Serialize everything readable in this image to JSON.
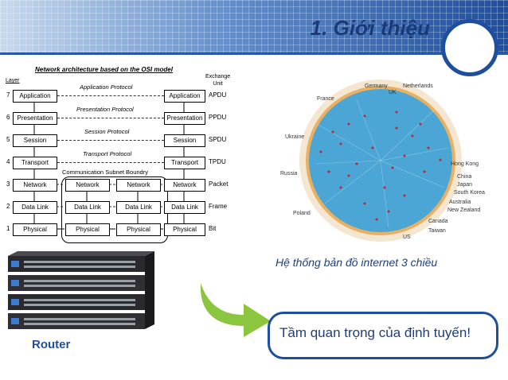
{
  "slide": {
    "title": "1. Giới thiệu",
    "map_caption": "Hệ thống bản đồ internet 3 chiều",
    "router_label": "Router",
    "callout_text": "Tầm quan trọng của định tuyến!"
  },
  "osi": {
    "title": "Network architecture based on the OSI model",
    "layer_header": "Layer",
    "exchange_header_1": "Exchange",
    "exchange_header_2": "Unit",
    "subnet_label": "Communication Subnet Boundry",
    "layers": [
      {
        "num": "7",
        "name": "Application",
        "protocol": "Application Protocol",
        "unit": "APDU"
      },
      {
        "num": "6",
        "name": "Presentation",
        "protocol": "Presentation Protocol",
        "unit": "PPDU"
      },
      {
        "num": "5",
        "name": "Session",
        "protocol": "Session Protocol",
        "unit": "SPDU"
      },
      {
        "num": "4",
        "name": "Transport",
        "protocol": "Transport Protocol",
        "unit": "TPDU"
      },
      {
        "num": "3",
        "name": "Network",
        "protocol": "",
        "unit": "Packet"
      },
      {
        "num": "2",
        "name": "Data Link",
        "protocol": "",
        "unit": "Frame"
      },
      {
        "num": "1",
        "name": "Physical",
        "protocol": "",
        "unit": "Bit"
      }
    ]
  },
  "map": {
    "labels": [
      "Ukraine",
      "Russia",
      "Poland",
      "Germany",
      "UK",
      "Netherlands",
      "Hong Kong",
      "China",
      "Japan",
      "South Korea",
      "Australia",
      "New Zealand",
      "Canada",
      "US",
      "France",
      "Taiwan"
    ]
  },
  "colors": {
    "accent": "#1d4f9e",
    "title": "#1b3a78",
    "caption": "#1f3e7a",
    "arrow": "#8cc63f"
  }
}
